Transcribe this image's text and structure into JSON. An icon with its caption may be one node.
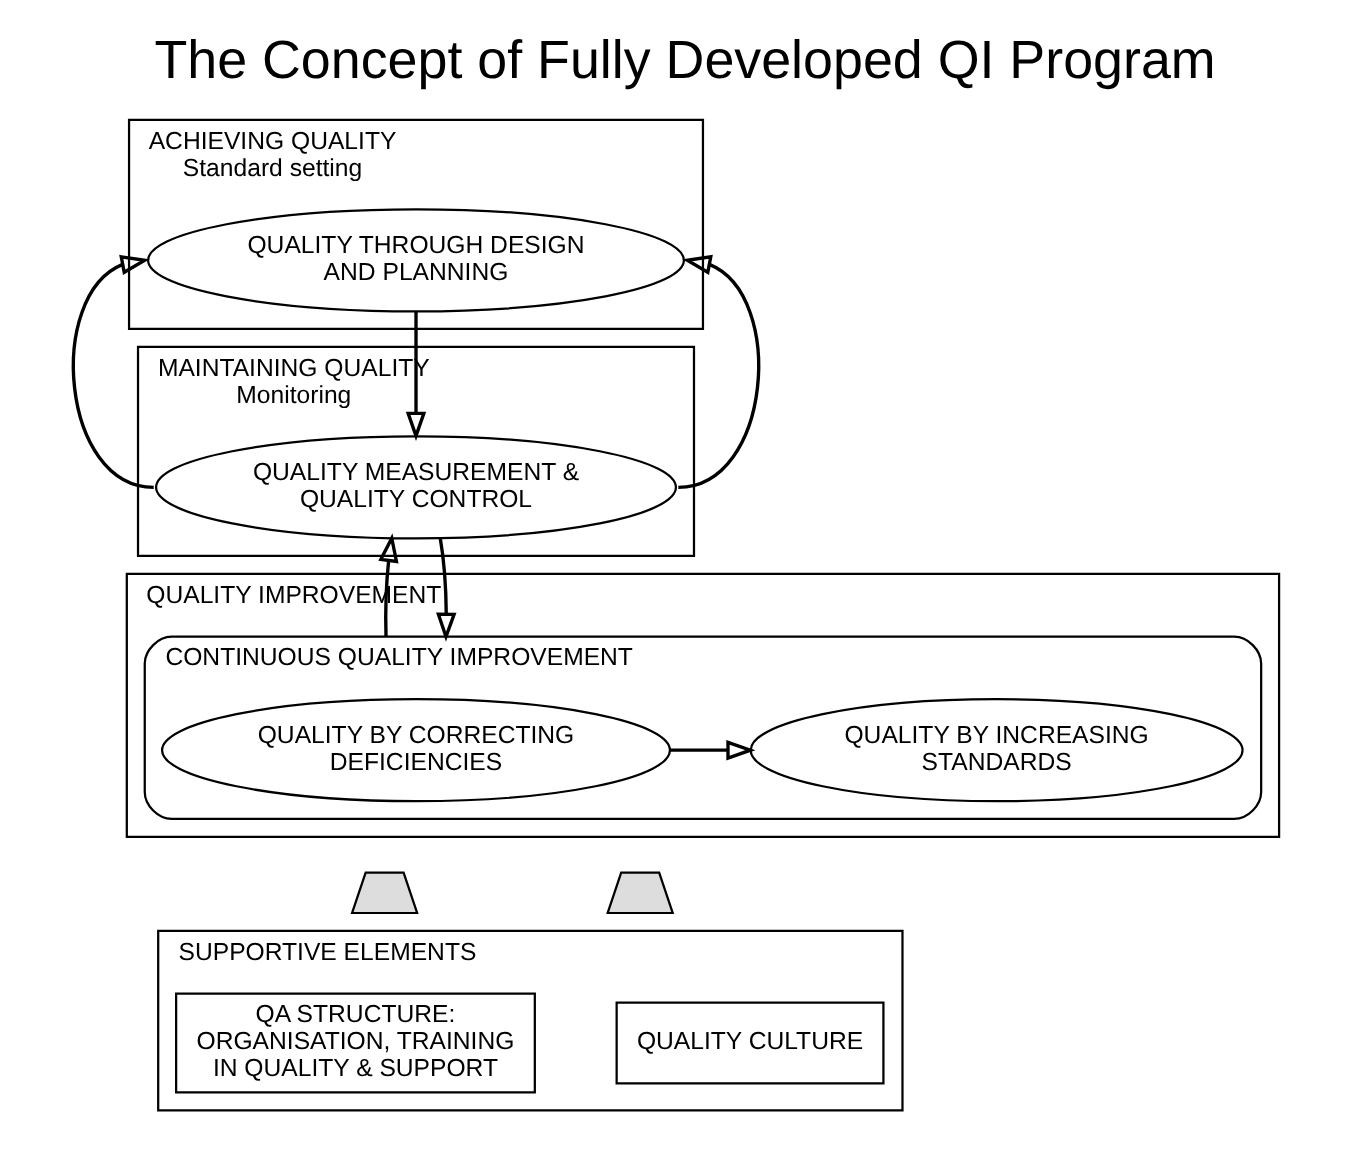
{
  "diagram": {
    "title": "The Concept of Fully Developed QI Program",
    "nodes": [
      {
        "text": [
          "ACHIEVING QUALITY",
          "Standard setting"
        ]
      },
      {
        "text": [
          "QUALITY THROUGH DESIGN AND PLANNING"
        ],
        "in": 0
      },
      {
        "text": [
          "MAINTAINING QUALITY",
          "Monitoring"
        ]
      },
      {
        "text": [
          "QUALITY MEASUREMENT & QUALITY CONTROL"
        ],
        "in": 2
      },
      {
        "text": [
          "QUALITY IMPROVEMENT"
        ]
      },
      {
        "text": [
          "CONTINUOUS QUALITY IMPROVEMENT"
        ],
        "in": 4
      },
      {
        "text": [
          "QUALITY BY CORRECTING DEFICIENCIES"
        ],
        "in": 5
      },
      {
        "text": [
          "QUALITY BY INCREASING STANDARDS"
        ],
        "in": 5
      },
      {
        "text": [],
        "shape": "trapezoid"
      },
      {
        "text": [],
        "shape": "trapezoid"
      },
      {
        "text": [
          "SUPPORTIVE ELEMENTS"
        ]
      },
      {
        "text": [
          "QA STRUCTURE: ORGANISATION, TRAINING IN QUALITY & SUPPORT"
        ],
        "in": 10
      },
      {
        "text": [
          "QUALITY CULTURE"
        ],
        "in": 10
      }
    ],
    "edges": [
      {
        "from": 1,
        "to": 3,
        "arrow": "to"
      },
      {
        "from": 3,
        "to": 1,
        "arrow": "to"
      },
      {
        "from": 3,
        "to": 1,
        "arrow": "to"
      },
      {
        "from": 3,
        "to": 5,
        "arrow": "to"
      },
      {
        "from": 5,
        "to": 3,
        "arrow": "to"
      },
      {
        "from": 6,
        "to": 7,
        "arrow": "to"
      }
    ]
  }
}
